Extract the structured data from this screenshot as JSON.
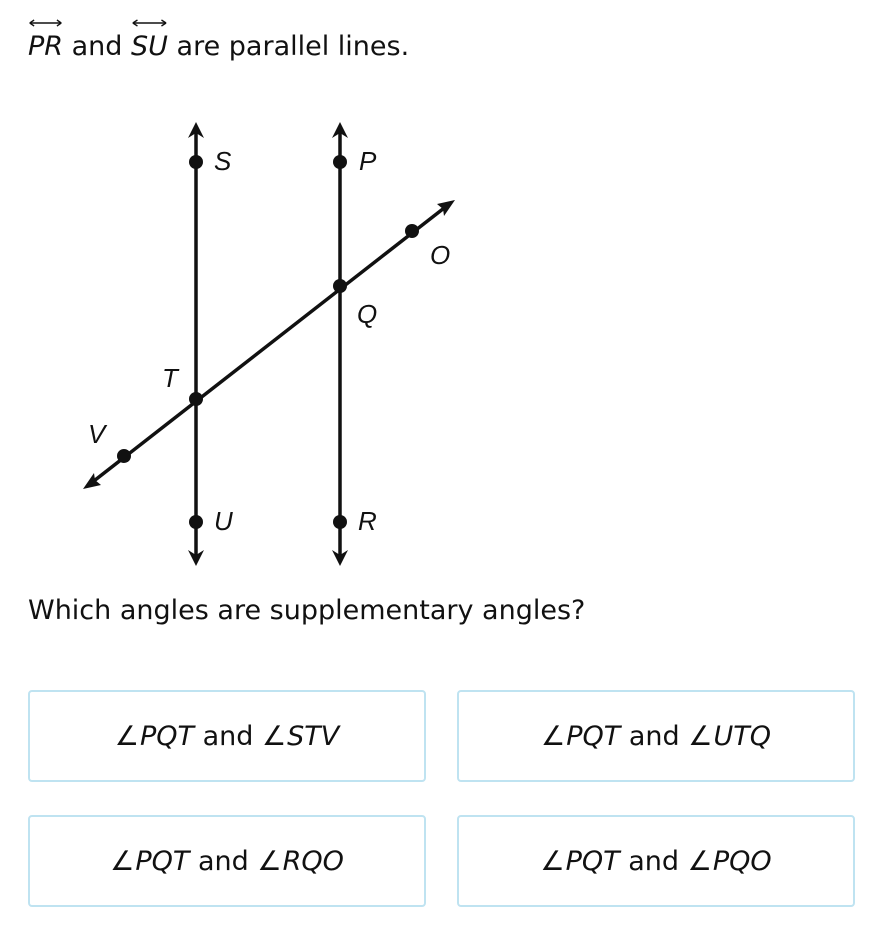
{
  "prompt": {
    "line1": "PR",
    "connector": "and",
    "line2": "SU",
    "suffix": "are parallel lines."
  },
  "figure": {
    "points": {
      "S": "S",
      "P": "P",
      "O": "O",
      "Q": "Q",
      "T": "T",
      "V": "V",
      "U": "U",
      "R": "R"
    }
  },
  "question": "Which angles are supplementary angles?",
  "choices": [
    {
      "angle_symbol": "∠",
      "a": "PQT",
      "connector": "and",
      "b": "STV"
    },
    {
      "angle_symbol": "∠",
      "a": "PQT",
      "connector": "and",
      "b": "UTQ"
    },
    {
      "angle_symbol": "∠",
      "a": "PQT",
      "connector": "and",
      "b": "RQO"
    },
    {
      "angle_symbol": "∠",
      "a": "PQT",
      "connector": "and",
      "b": "PQO"
    }
  ],
  "colors": {
    "choice_border": "#bfe3f1",
    "ink": "#111111"
  }
}
